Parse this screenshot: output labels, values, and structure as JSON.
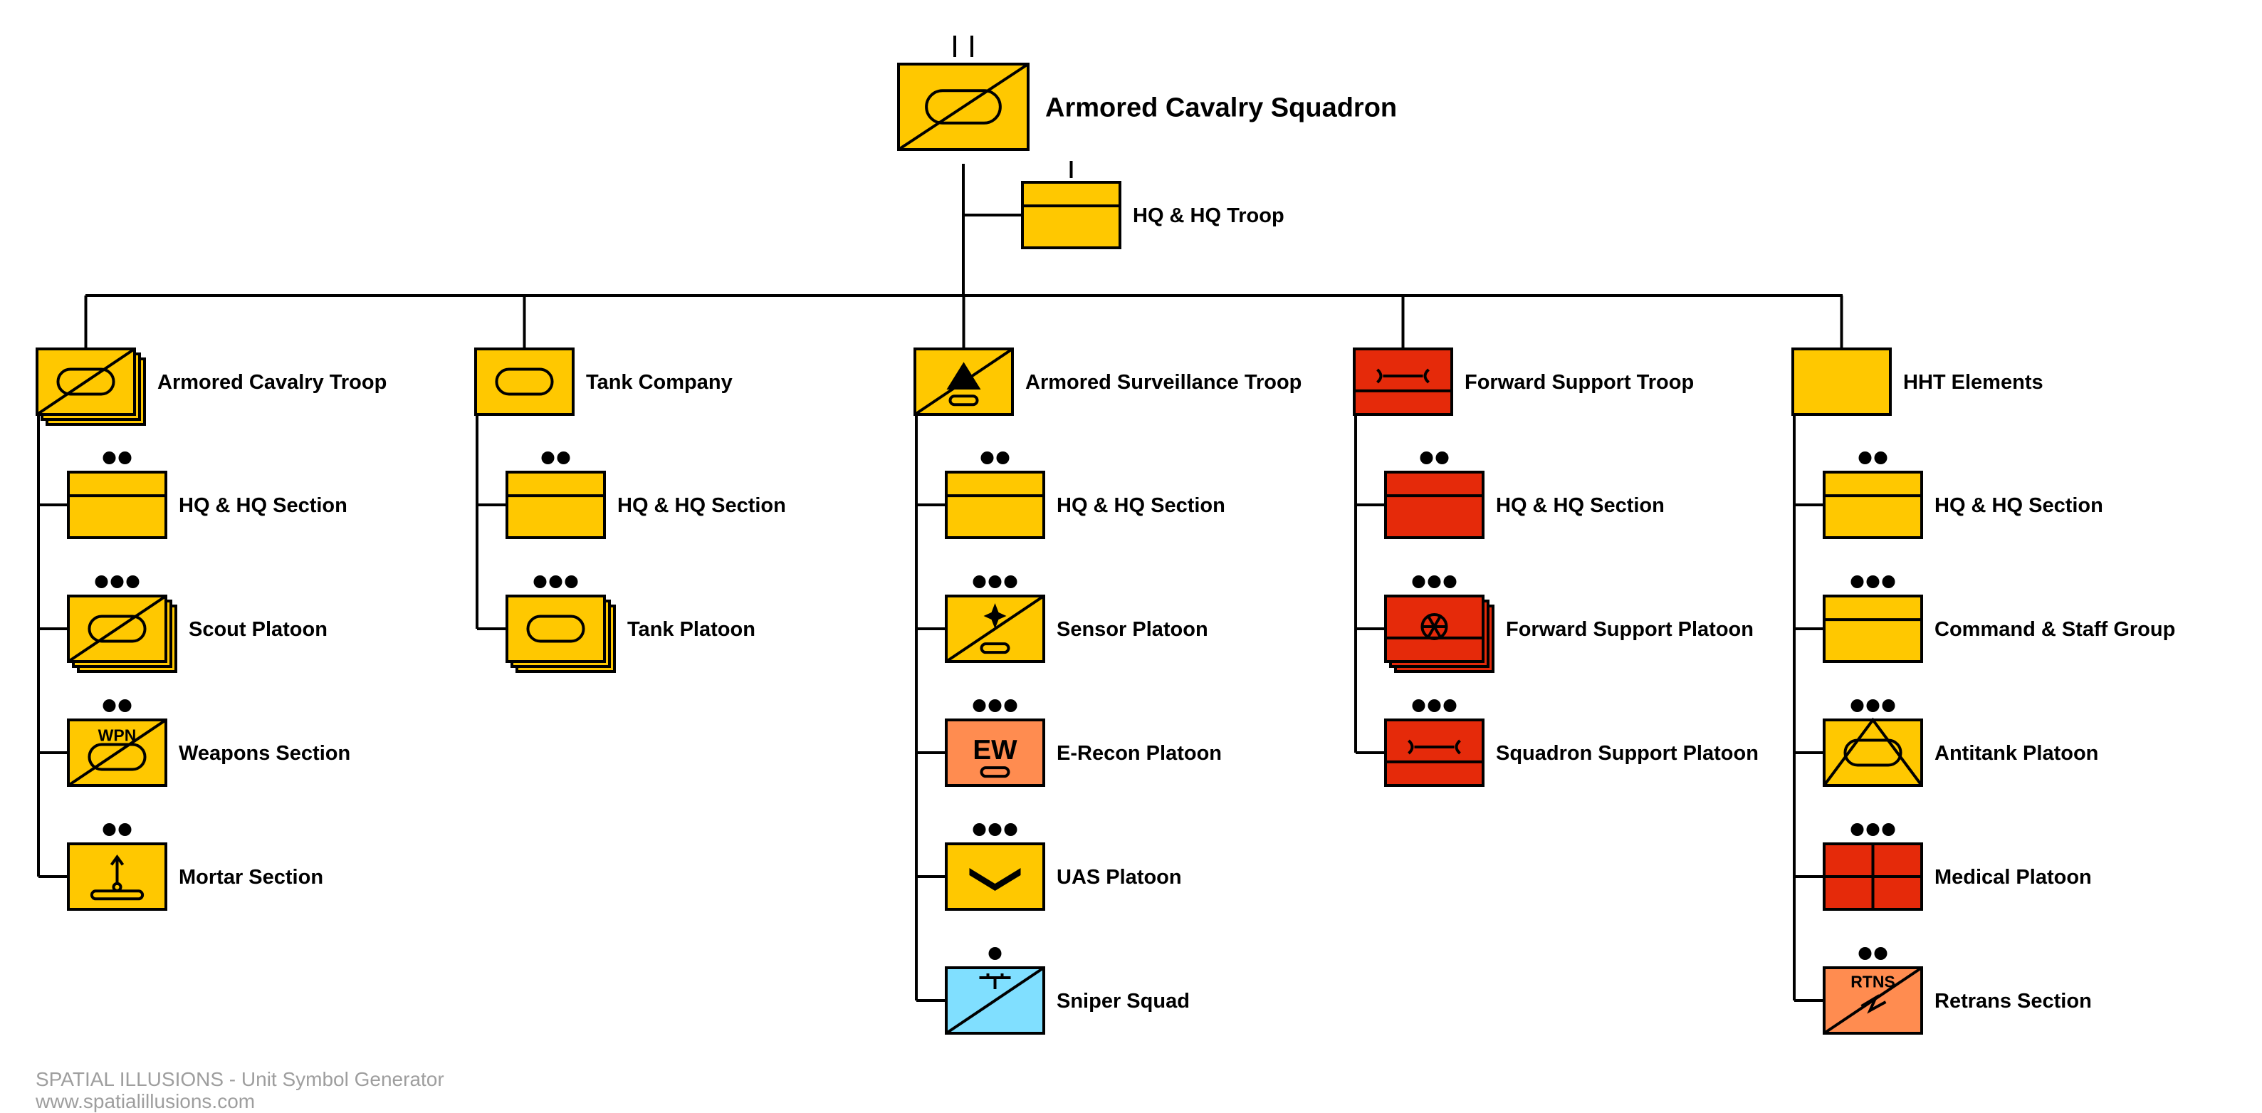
{
  "colors": {
    "friendly_yellow": "#FFC800",
    "support_red": "#E52A0A",
    "ew_orange": "#FF8C50",
    "sniper_blue": "#80DFFF",
    "line": "#000000",
    "footer_text": "#9E9E9E"
  },
  "root": {
    "label": "Armored Cavalry Squadron",
    "echelon": "squadron",
    "symbol": "armored-cavalry",
    "color": "friendly_yellow"
  },
  "hq": {
    "label": "HQ & HQ Troop",
    "echelon": "troop",
    "symbol": "headquarters",
    "color": "friendly_yellow"
  },
  "columns": [
    {
      "label": "Armored Cavalry Troop",
      "symbol": "armored-cavalry",
      "color": "friendly_yellow",
      "stacked": true,
      "children": [
        {
          "label": "HQ & HQ Section",
          "echelon": "section",
          "symbol": "headquarters",
          "color": "friendly_yellow"
        },
        {
          "label": "Scout Platoon",
          "echelon": "platoon",
          "symbol": "armored-cavalry",
          "color": "friendly_yellow",
          "stacked": true
        },
        {
          "label": "Weapons Section",
          "echelon": "section",
          "symbol": "armored-cavalry",
          "color": "friendly_yellow",
          "modifier": "WPN"
        },
        {
          "label": "Mortar Section",
          "echelon": "section",
          "symbol": "mortar",
          "color": "friendly_yellow"
        }
      ]
    },
    {
      "label": "Tank Company",
      "symbol": "armor",
      "color": "friendly_yellow",
      "children": [
        {
          "label": "HQ & HQ Section",
          "echelon": "section",
          "symbol": "headquarters",
          "color": "friendly_yellow"
        },
        {
          "label": "Tank Platoon",
          "echelon": "platoon",
          "symbol": "armor",
          "color": "friendly_yellow",
          "stacked": true
        }
      ]
    },
    {
      "label": "Armored Surveillance Troop",
      "symbol": "surveillance",
      "color": "friendly_yellow",
      "children": [
        {
          "label": "HQ & HQ Section",
          "echelon": "section",
          "symbol": "headquarters",
          "color": "friendly_yellow"
        },
        {
          "label": "Sensor Platoon",
          "echelon": "platoon",
          "symbol": "sensor",
          "color": "friendly_yellow"
        },
        {
          "label": "E-Recon Platoon",
          "echelon": "platoon",
          "symbol": "electronic-warfare",
          "color": "ew_orange",
          "modifier": "EW"
        },
        {
          "label": "UAS Platoon",
          "echelon": "platoon",
          "symbol": "uas",
          "color": "friendly_yellow"
        },
        {
          "label": "Sniper Squad",
          "echelon": "squad",
          "symbol": "sniper",
          "color": "sniper_blue"
        }
      ]
    },
    {
      "label": "Forward Support Troop",
      "symbol": "support",
      "color": "support_red",
      "children": [
        {
          "label": "HQ & HQ Section",
          "echelon": "section",
          "symbol": "headquarters",
          "color": "support_red"
        },
        {
          "label": "Forward Support Platoon",
          "echelon": "platoon",
          "symbol": "maintenance",
          "color": "support_red",
          "stacked": true
        },
        {
          "label": "Squadron Support Platoon",
          "echelon": "platoon",
          "symbol": "support",
          "color": "support_red"
        }
      ]
    },
    {
      "label": "HHT Elements",
      "symbol": "plain",
      "color": "friendly_yellow",
      "children": [
        {
          "label": "HQ & HQ Section",
          "echelon": "section",
          "symbol": "headquarters",
          "color": "friendly_yellow"
        },
        {
          "label": "Command & Staff Group",
          "echelon": "platoon",
          "symbol": "headquarters",
          "color": "friendly_yellow"
        },
        {
          "label": "Antitank Platoon",
          "echelon": "platoon",
          "symbol": "antitank",
          "color": "friendly_yellow"
        },
        {
          "label": "Medical Platoon",
          "echelon": "platoon",
          "symbol": "medical",
          "color": "support_red"
        },
        {
          "label": "Retrans Section",
          "echelon": "section",
          "symbol": "retrans",
          "color": "ew_orange",
          "modifier": "RTNS"
        }
      ]
    }
  ],
  "footer": {
    "line1": "SPATIAL ILLUSIONS - Unit Symbol Generator",
    "line2": "www.spatialillusions.com"
  }
}
